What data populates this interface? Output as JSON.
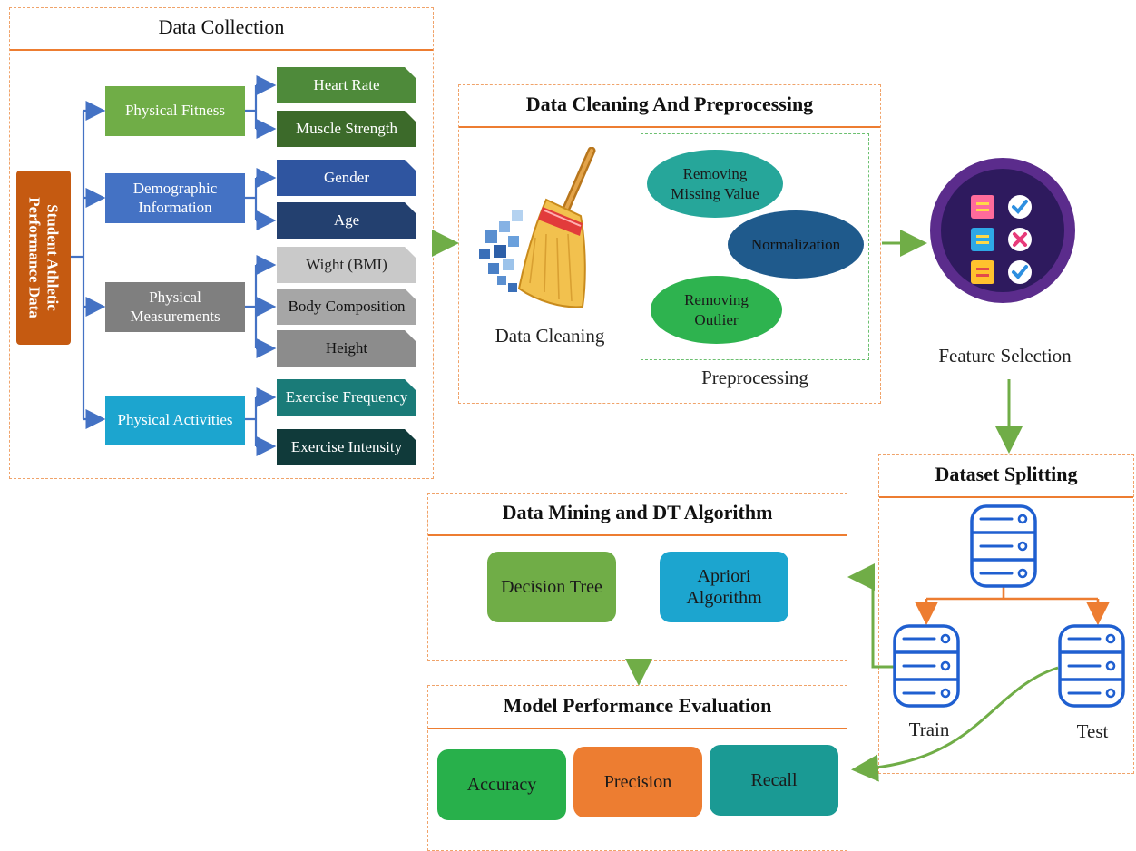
{
  "data_collection": {
    "title": "Data Collection",
    "source_label": "Student Athletic Performance Data",
    "groups": [
      {
        "label": "Physical Fitness",
        "items": [
          "Heart Rate",
          "Muscle Strength"
        ]
      },
      {
        "label": "Demographic Information",
        "items": [
          "Gender",
          "Age"
        ]
      },
      {
        "label": "Physical Measurements",
        "items": [
          "Wight (BMI)",
          "Body Composition",
          "Height"
        ]
      },
      {
        "label": "Physical Activities",
        "items": [
          "Exercise Frequency",
          "Exercise Intensity"
        ]
      }
    ]
  },
  "cleaning": {
    "title": "Data Cleaning And Preprocessing",
    "data_cleaning_label": "Data Cleaning",
    "preprocessing_label": "Preprocessing",
    "steps": [
      "Removing Missing Value",
      "Normalization",
      "Removing Outlier"
    ]
  },
  "feature_selection": {
    "label": "Feature Selection"
  },
  "splitting": {
    "title": "Dataset Splitting",
    "train_label": "Train",
    "test_label": "Test"
  },
  "mining": {
    "title": "Data Mining and DT Algorithm",
    "methods": [
      "Decision Tree",
      "Apriori Algorithm"
    ]
  },
  "evaluation": {
    "title": "Model Performance Evaluation",
    "metrics": [
      "Accuracy",
      "Precision",
      "Recall"
    ]
  },
  "colors": {
    "panel_border": "#f0a36a",
    "title_rule": "#ed7d31",
    "connector_blue": "#4472c4",
    "flow_green": "#70ad47",
    "source_orange": "#c55a11",
    "fitness_green": "#70ad47",
    "demographic_blue": "#4472c4",
    "measurement_gray": "#7f7f7f",
    "activity_cyan": "#1ca5cf",
    "accuracy_green": "#28b04b",
    "precision_orange": "#ed7d31",
    "recall_teal": "#1a9a94",
    "database_blue": "#1f5fd0"
  }
}
